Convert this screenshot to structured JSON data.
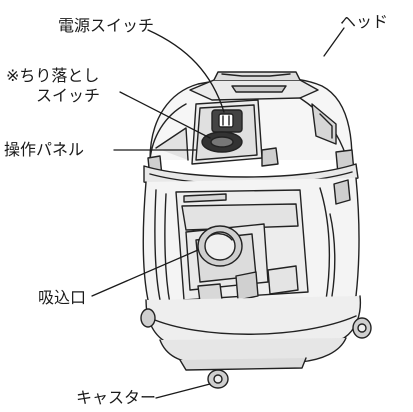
{
  "labels": {
    "power_switch": "電源スイッチ",
    "head": "ヘッド",
    "dust_switch_line1": "※ちり落とし",
    "dust_switch_line2": "スイッチ",
    "control_panel": "操作パネル",
    "intake_port": "吸込口",
    "caster": "キャスター"
  }
}
